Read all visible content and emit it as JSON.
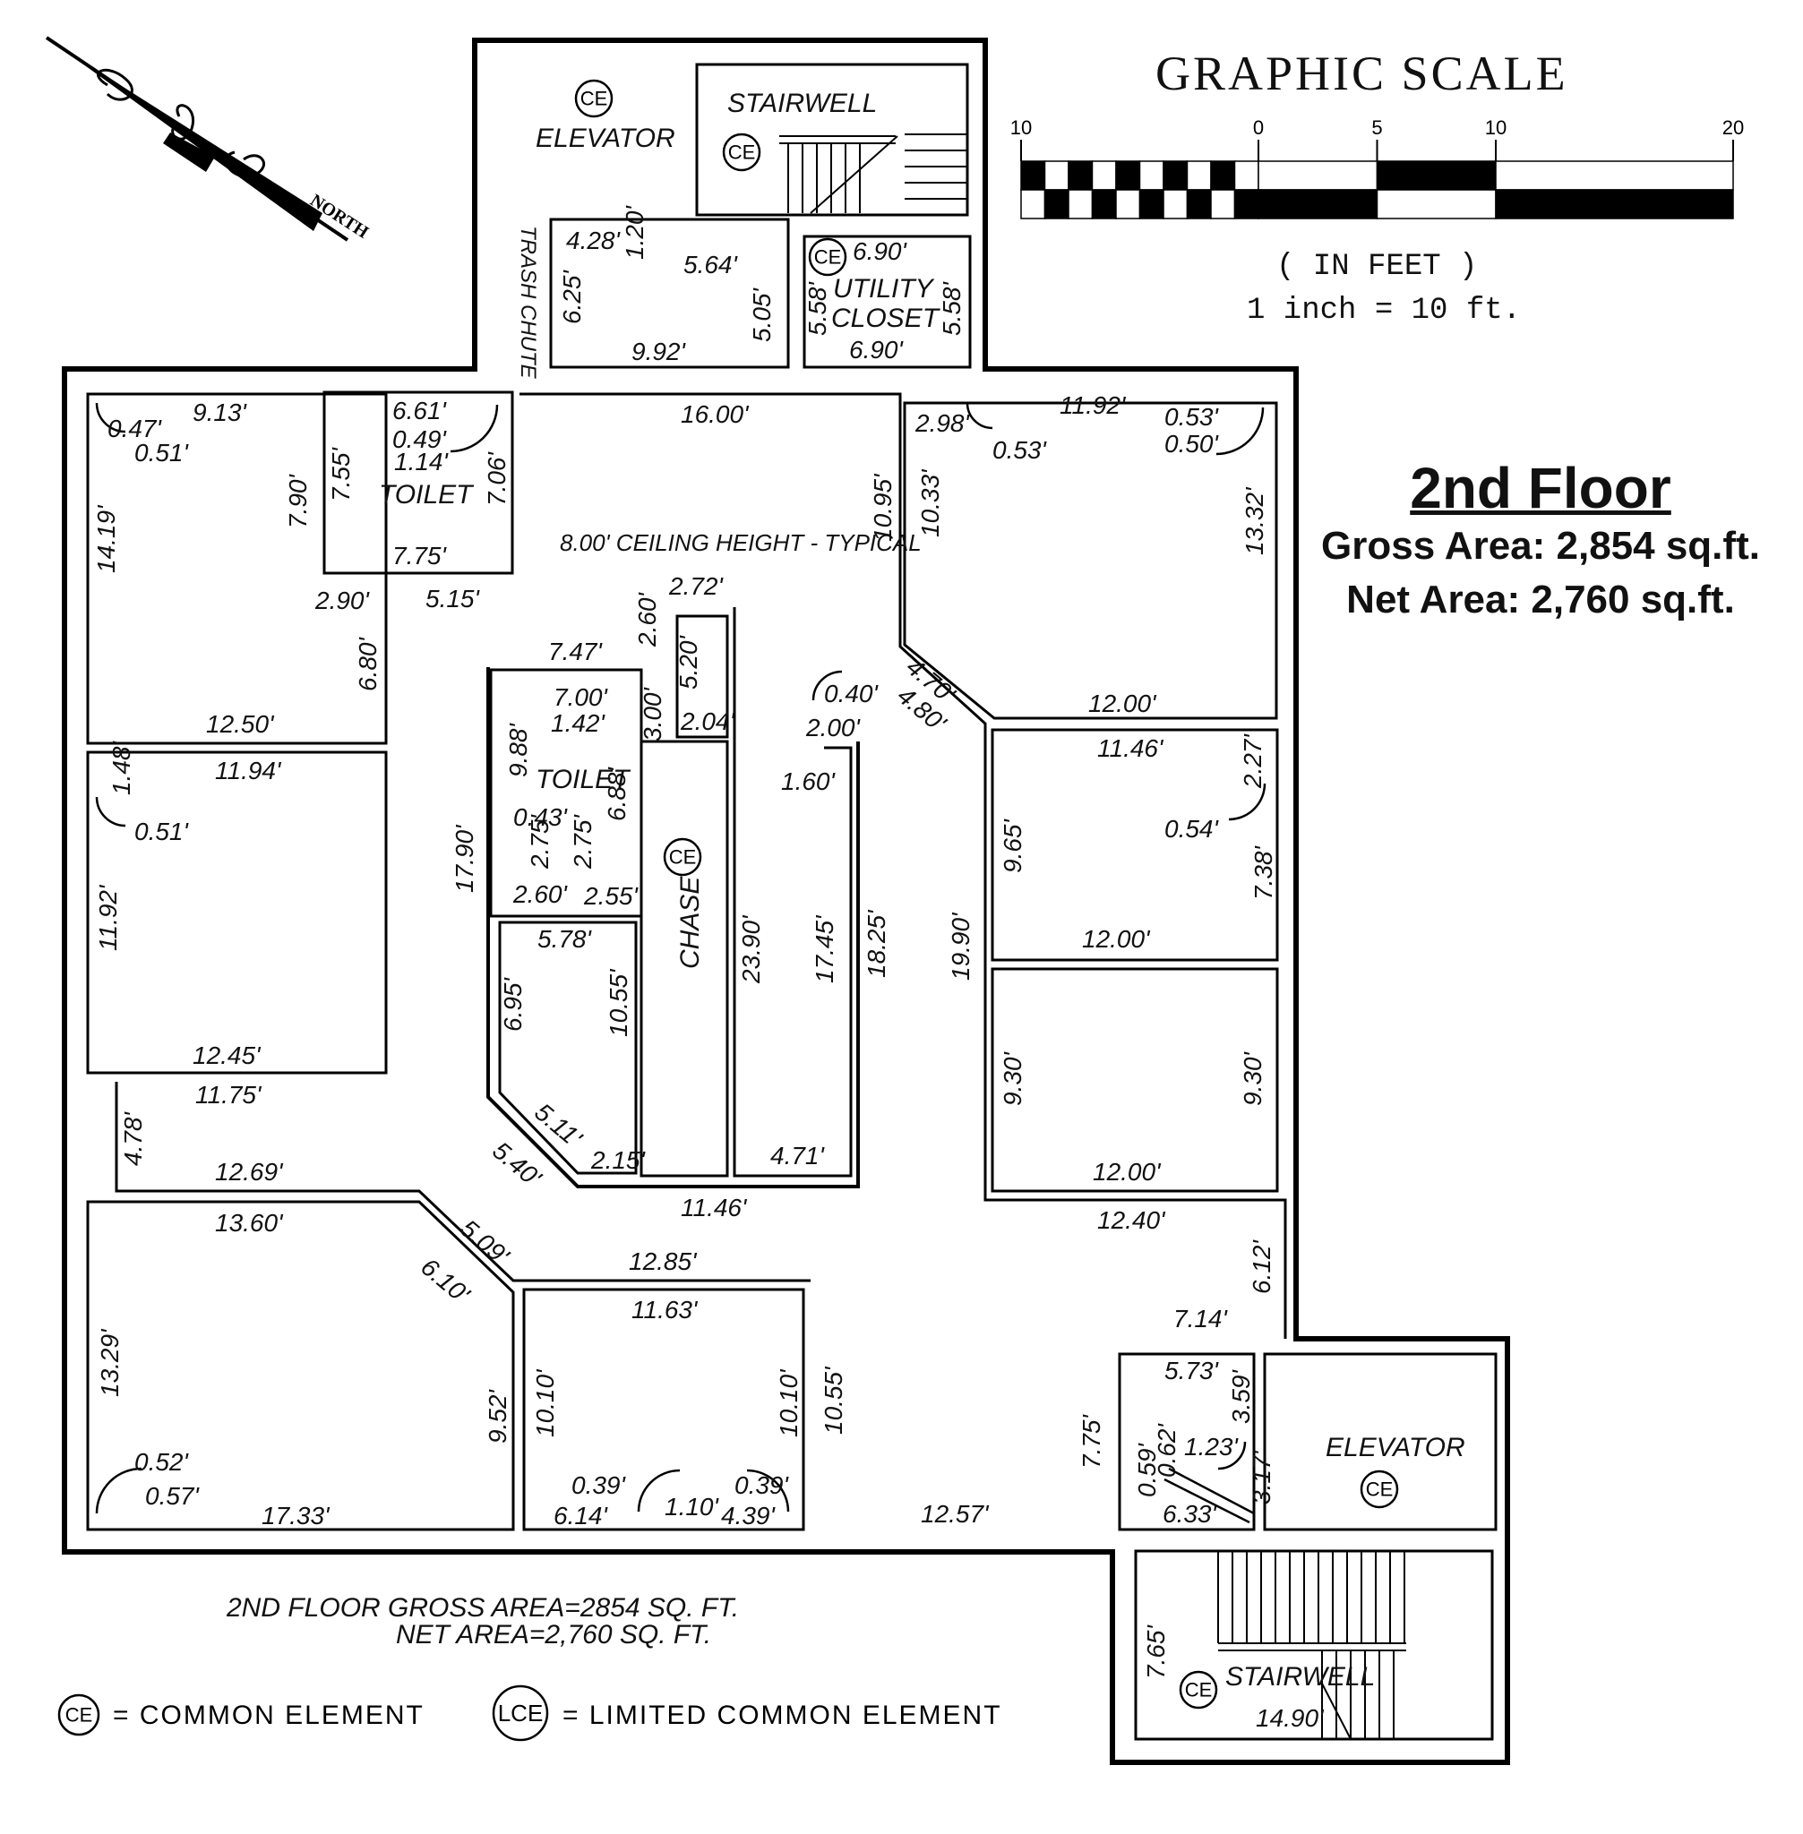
{
  "floor_title": "2nd Floor",
  "gross_area": "Gross Area: 2,854 sq.ft.",
  "net_area": "Net Area: 2,760 sq.ft.",
  "north_label": "NORTH",
  "graphic_scale": {
    "title": "GRAPHIC SCALE",
    "tick_labels": [
      "10",
      "0",
      "5",
      "10",
      "20"
    ],
    "units": "( IN FEET )",
    "ratio": "1 inch = 10 ft."
  },
  "area_note": {
    "line1": "2ND FLOOR GROSS AREA=2854 SQ. FT.",
    "line2": "NET AREA=2,760 SQ. FT."
  },
  "legend": {
    "ce_symbol": "CE",
    "ce_text": "= COMMON ELEMENT",
    "lce_symbol": "LCE",
    "lce_text": "= LIMITED COMMON ELEMENT"
  },
  "ceiling_note": "8.00' CEILING HEIGHT - TYPICAL",
  "room_labels": {
    "elevator_top": "ELEVATOR",
    "stairwell_top": "STAIRWELL",
    "trash_chute": "TRASH CHUTE",
    "utility_1": "UTILITY",
    "utility_2": "CLOSET",
    "toilet_top": "TOILET",
    "toilet_center": "TOILET",
    "chase": "CHASE",
    "elevator_bottom": "ELEVATOR",
    "stairwell_bottom": "STAIRWELL"
  },
  "dimensions": {
    "d001": "4.28'",
    "d002": "1.20'",
    "d003": "5.64'",
    "d004": "6.25'",
    "d005": "5.05'",
    "d006": "9.92'",
    "d007": "6.90'",
    "d008": "5.58'",
    "d009": "5.58'",
    "d010": "6.90'",
    "d011": "9.13'",
    "d012": "0.47'",
    "d013": "0.51'",
    "d014": "14.19'",
    "d015": "7.90'",
    "d016": "6.80'",
    "d017": "2.90'",
    "d018": "12.50'",
    "d019": "6.61'",
    "d020": "0.49'",
    "d021": "1.14'",
    "d022": "7.55'",
    "d023": "7.06'",
    "d024": "7.75'",
    "d025": "5.15'",
    "d026": "16.00'",
    "d027": "10.95'",
    "d028": "2.98'",
    "d029": "11.92'",
    "d030": "0.53'",
    "d031": "0.53'",
    "d032": "0.50'",
    "d033": "10.33'",
    "d034": "13.32'",
    "d035": "4.70'",
    "d036": "4.80'",
    "d037": "12.00'",
    "d038": "11.46'",
    "d039": "2.27'",
    "d040": "9.65'",
    "d041": "0.54'",
    "d042": "7.38'",
    "d043": "12.00'",
    "d044": "9.30'",
    "d045": "9.30'",
    "d046": "12.00'",
    "d047": "19.90'",
    "d048": "11.94'",
    "d049": "1.48'",
    "d050": "0.51'",
    "d051": "11.92'",
    "d052": "12.45'",
    "d053": "11.75'",
    "d054": "4.78'",
    "d055": "12.69'",
    "d056": "2.72'",
    "d057": "2.60'",
    "d058": "7.47'",
    "d059": "5.20'",
    "d060": "2.04'",
    "d061": "7.00'",
    "d062": "1.42'",
    "d063": "3.00'",
    "d064": "9.88'",
    "d065": "17.90'",
    "d066": "6.88'",
    "d067": "0.43'",
    "d068": "2.75'",
    "d069": "2.75'",
    "d070": "2.60'",
    "d071": "2.55'",
    "d072": "5.78'",
    "d073": "6.95'",
    "d074": "10.55'",
    "d075": "5.11'",
    "d076": "5.40'",
    "d077": "2.15'",
    "d078": "23.90'",
    "d079": "4.71'",
    "d080": "11.46'",
    "d081": "0.40'",
    "d082": "2.00'",
    "d083": "1.60'",
    "d084": "17.45'",
    "d085": "18.25'",
    "d086": "13.60'",
    "d087": "5.09'",
    "d088": "6.10'",
    "d089": "13.29'",
    "d090": "9.52'",
    "d091": "0.52'",
    "d092": "0.57'",
    "d093": "17.33'",
    "d094": "12.85'",
    "d095": "11.63'",
    "d096": "10.10'",
    "d097": "10.10'",
    "d098": "10.55'",
    "d099": "0.39'",
    "d100": "0.39'",
    "d101": "1.10'",
    "d102": "6.14'",
    "d103": "4.39'",
    "d104": "12.40'",
    "d105": "6.12'",
    "d106": "7.14'",
    "d107": "12.57'",
    "d108": "7.75'",
    "d109": "5.73'",
    "d110": "3.59'",
    "d111": "0.59'",
    "d112": "0.62'",
    "d113": "1.23'",
    "d114": "3.17'",
    "d115": "6.33'",
    "d116": "7.65'",
    "d117": "14.90'"
  }
}
